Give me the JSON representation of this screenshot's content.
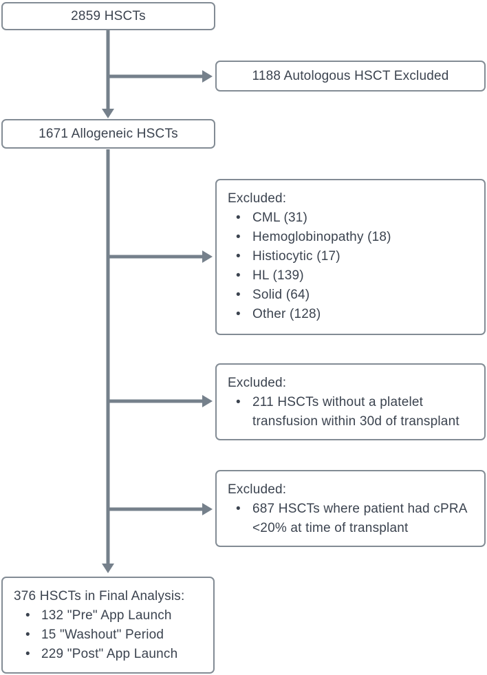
{
  "colors": {
    "arrow": "#75808b",
    "box_border": "#828b94",
    "text": "#3b434f",
    "background": "#ffffff"
  },
  "flowchart": {
    "box_total": {
      "label": "2859 HSCTs"
    },
    "box_autologous_excluded": {
      "label": "1188 Autologous HSCT Excluded"
    },
    "box_allogeneic": {
      "label": "1671 Allogeneic HSCTs"
    },
    "box_excluded_diagnosis": {
      "title": "Excluded:",
      "items": [
        "CML (31)",
        "Hemoglobinopathy (18)",
        "Histiocytic (17)",
        "HL (139)",
        "Solid (64)",
        "Other (128)"
      ]
    },
    "box_excluded_platelet": {
      "title": "Excluded:",
      "items": [
        "211 HSCTs without a platelet transfusion within 30d of transplant"
      ]
    },
    "box_excluded_cpra": {
      "title": "Excluded:",
      "items": [
        "687 HSCTs where patient had cPRA <20% at time of transplant"
      ]
    },
    "box_final": {
      "title": "376 HSCTs in Final Analysis:",
      "items": [
        "132 \"Pre\" App Launch",
        "15 \"Washout\" Period",
        "229 \"Post\" App Launch"
      ]
    }
  }
}
